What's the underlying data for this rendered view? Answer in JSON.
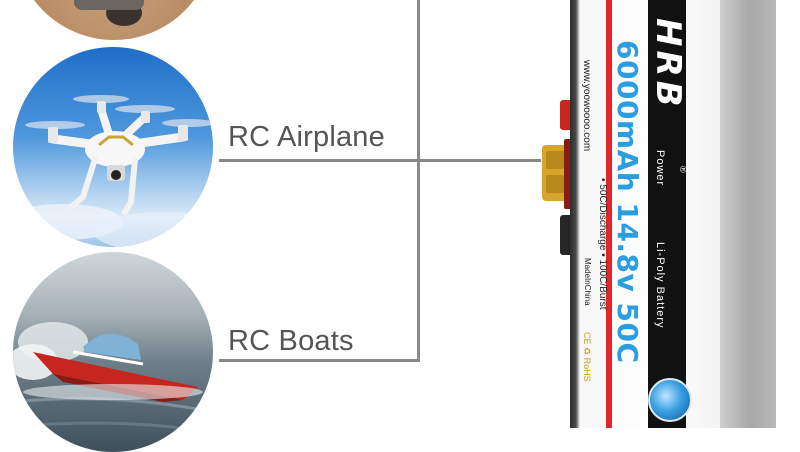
{
  "categories": [
    {
      "label": "RC Airplane",
      "image": "drone-photo"
    },
    {
      "label": "RC Boats",
      "image": "speedboat-photo"
    }
  ],
  "top_image": "rc-car-photo",
  "battery": {
    "brand": "HRB",
    "registered_mark": "®",
    "power_word": "Power",
    "type": "Li-Poly Battery",
    "spec": "6000mAh 14.8v 50C",
    "website": "www.yoowoooo.com",
    "discharge": "• 50C/Discharge • 100C/Burst",
    "made_in": "MadeInChina",
    "marks": "CE ♻ RoHS",
    "connector": "xt60-connector",
    "colors": {
      "wrap": "#ffffff",
      "accent_red": "#e0262a",
      "spec_blue": "#2a9ee0",
      "brand_black": "#111111"
    }
  },
  "colors": {
    "line": "#8a8a8a",
    "label": "#555555"
  }
}
